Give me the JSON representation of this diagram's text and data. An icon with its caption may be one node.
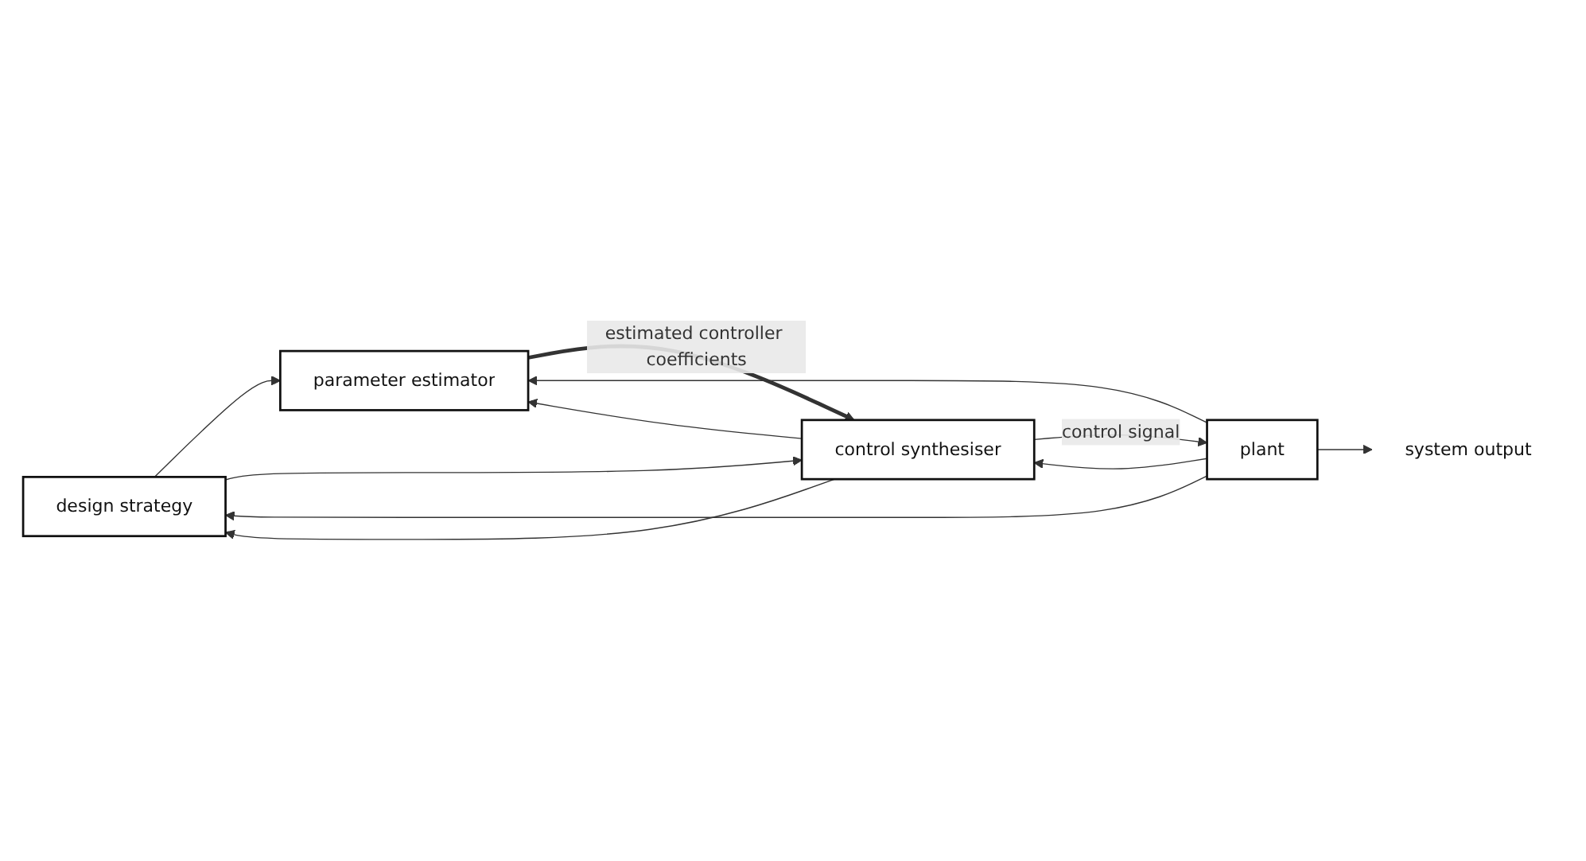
{
  "diagram": {
    "nodes": [
      {
        "text": [
          "design strategy"
        ]
      },
      {
        "text": [
          "parameter estimator"
        ]
      },
      {
        "text": [
          "control synthesiser"
        ]
      },
      {
        "text": [
          "plant"
        ]
      },
      {
        "text": [
          "system output"
        ]
      }
    ],
    "edges": [
      {
        "from": 0,
        "to": 1,
        "arrow": "to"
      },
      {
        "from": 0,
        "to": 2,
        "arrow": "to"
      },
      {
        "from": 1,
        "to": 2,
        "arrow": "to",
        "style": "thick",
        "label": "estimated controller coefficients"
      },
      {
        "from": 2,
        "to": 3,
        "arrow": "to",
        "label": "control signal"
      },
      {
        "from": 3,
        "to": 4,
        "arrow": "to"
      },
      {
        "from": 2,
        "to": 0,
        "arrow": "to"
      },
      {
        "from": 2,
        "to": 1,
        "arrow": "to"
      },
      {
        "from": 3,
        "to": 0,
        "arrow": "to"
      },
      {
        "from": 3,
        "to": 1,
        "arrow": "to"
      },
      {
        "from": 3,
        "to": 2,
        "arrow": "to"
      }
    ]
  }
}
